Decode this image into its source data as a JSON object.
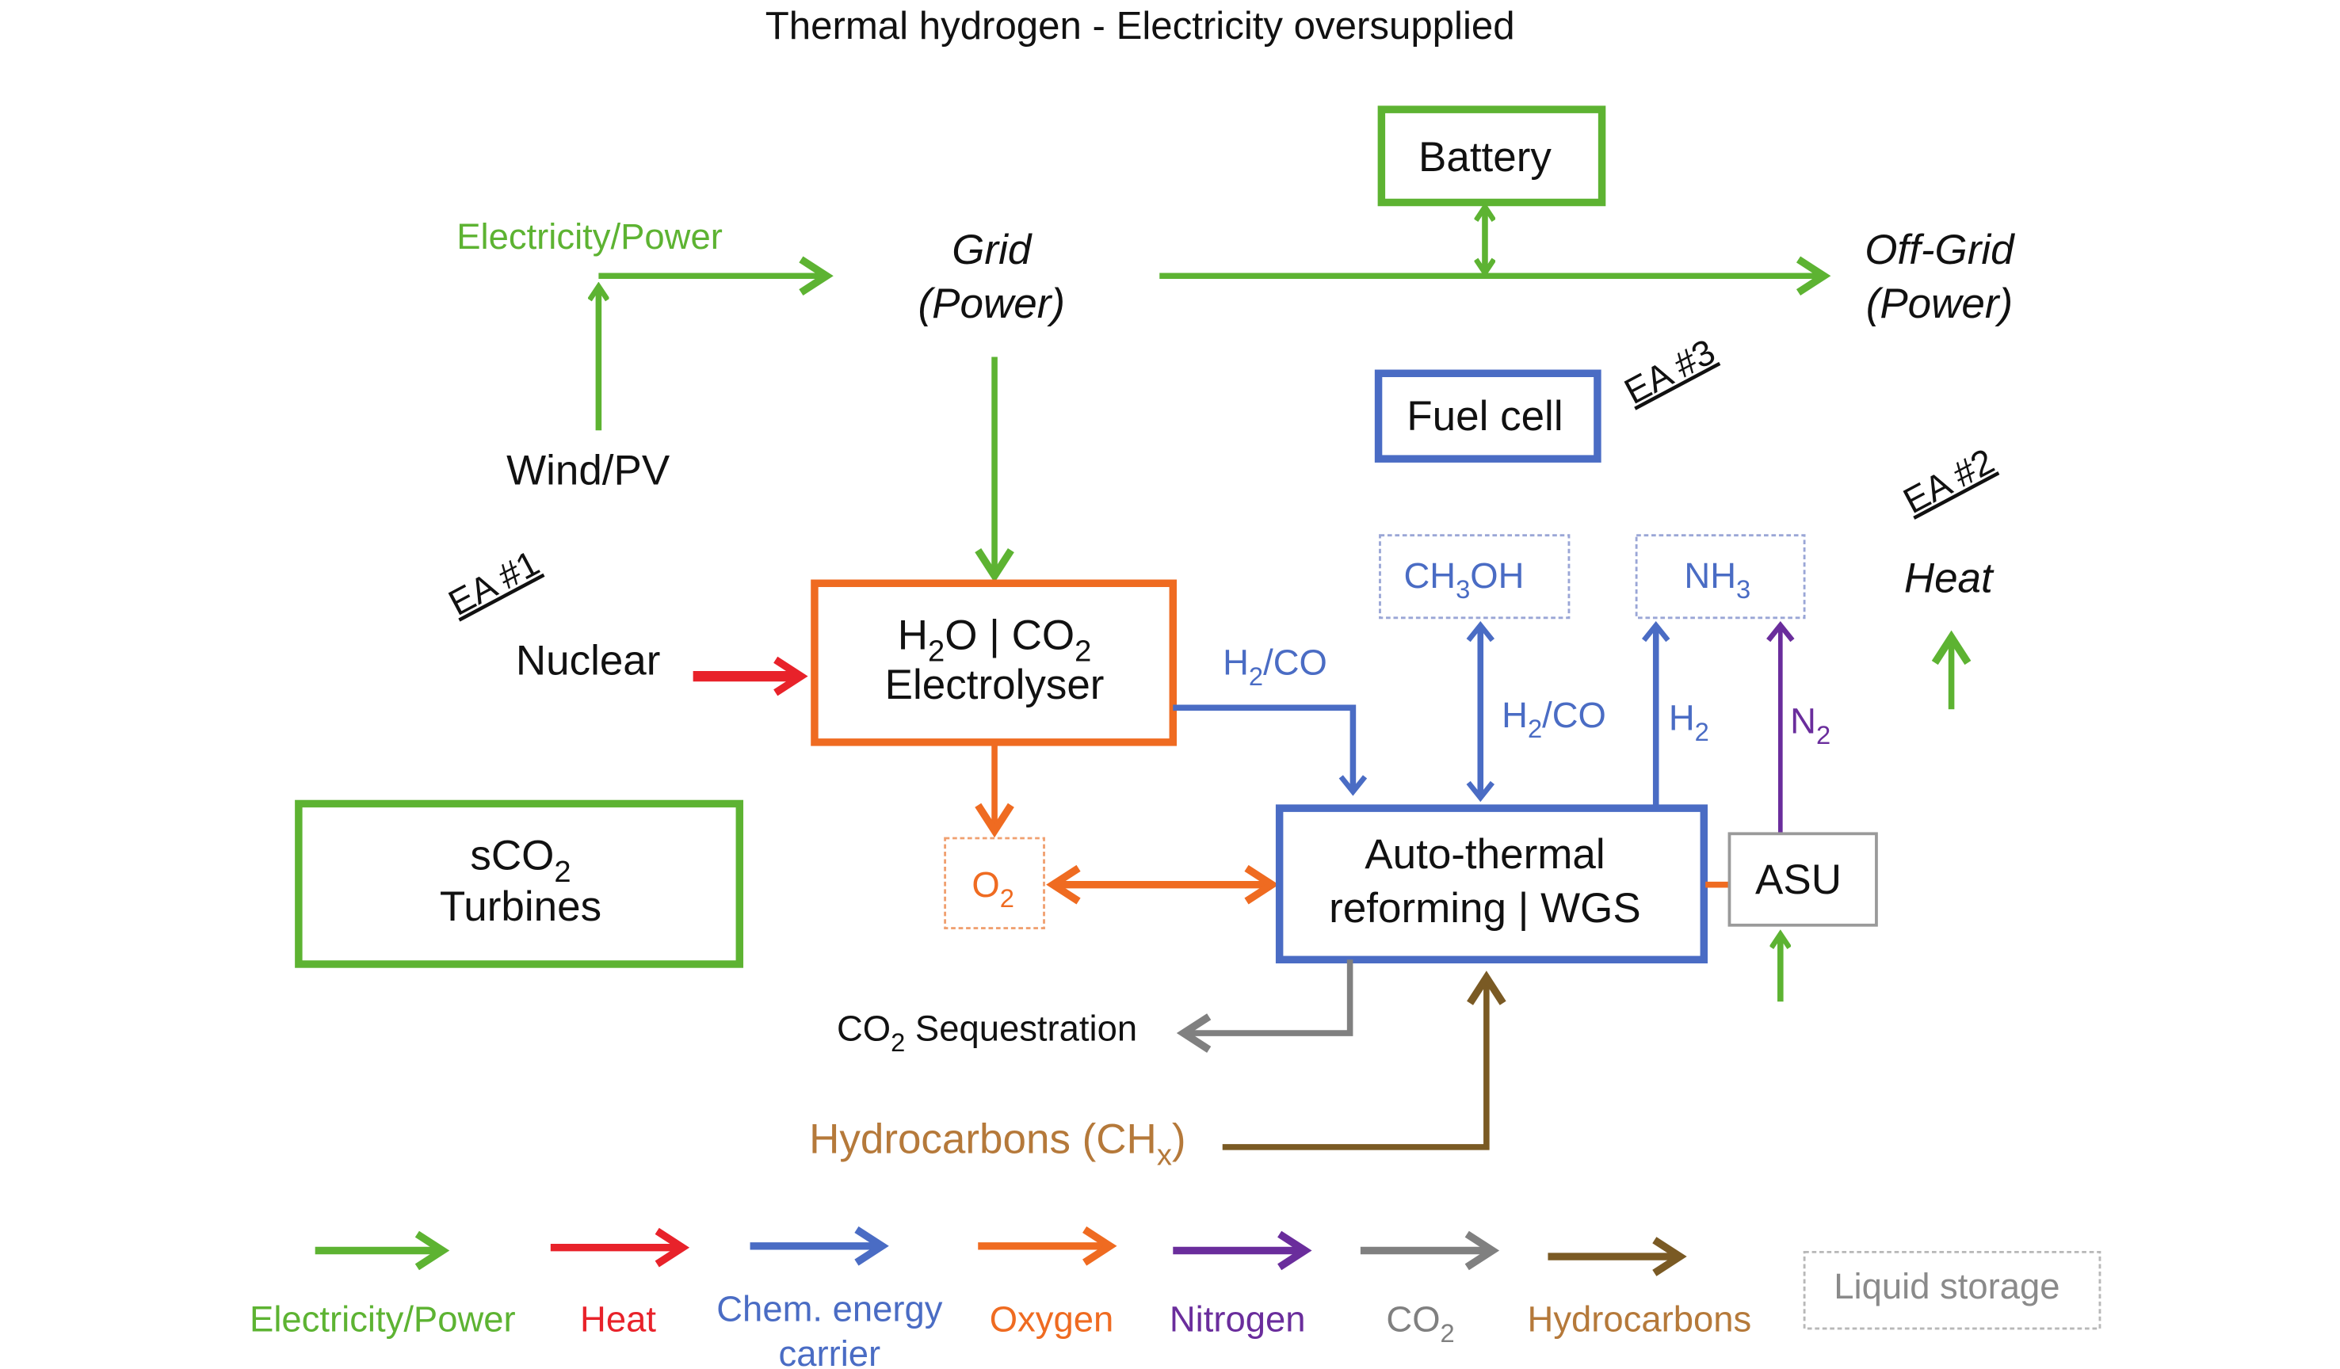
{
  "title": "Thermal hydrogen - Electricity oversupplied",
  "colors": {
    "electricity": "#5db332",
    "heat": "#e8222a",
    "chem": "#4a6cc4",
    "oxygen": "#ef6b21",
    "nitrogen": "#6a2d9c",
    "co2": "#808080",
    "hydrocarbons": "#7a5a24",
    "hydrocarbons_text": "#b5793a",
    "text": "#111111",
    "asu_border": "#9a9a9a"
  },
  "nodes": {
    "battery": "Battery",
    "electricity_power": "Electricity/Power",
    "grid": [
      "Grid",
      "(Power)"
    ],
    "off_grid": [
      "Off-Grid",
      "(Power)"
    ],
    "fuel_cell": "Fuel cell",
    "ea3": "EA  #3",
    "ea2": "EA  #2",
    "ea1": "EA  #1",
    "wind_pv": "Wind/PV",
    "nuclear": "Nuclear",
    "electrolyser": {
      "line1": [
        "H",
        "2",
        "O | CO",
        "2"
      ],
      "line2": "Electrolyser"
    },
    "h2co_left": [
      "H",
      "2",
      "/CO"
    ],
    "ch3oh": [
      "CH",
      "3",
      "OH"
    ],
    "nh3": [
      "NH",
      "3"
    ],
    "heat": "Heat",
    "h2co_mid": [
      "H",
      "2",
      "/CO"
    ],
    "h2": [
      "H",
      "2"
    ],
    "n2": [
      "N",
      "2"
    ],
    "o2": [
      "O",
      "2"
    ],
    "atr": [
      "Auto-thermal",
      "reforming | WGS"
    ],
    "asu": "ASU",
    "sco2": {
      "line1": [
        "sCO",
        "2"
      ],
      "line2": "Turbines"
    },
    "co2_seq": [
      "CO",
      "2",
      " Sequestration"
    ],
    "hydrocarbons": [
      "Hydrocarbons (CH",
      "x",
      ")"
    ]
  },
  "legend": {
    "electricity": "Electricity/Power",
    "heat": "Heat",
    "chem": [
      "Chem. energy",
      "carrier"
    ],
    "oxygen": "Oxygen",
    "nitrogen": "Nitrogen",
    "co2": [
      "CO",
      "2"
    ],
    "hydrocarbons": "Hydrocarbons",
    "liquid_storage": "Liquid storage"
  }
}
